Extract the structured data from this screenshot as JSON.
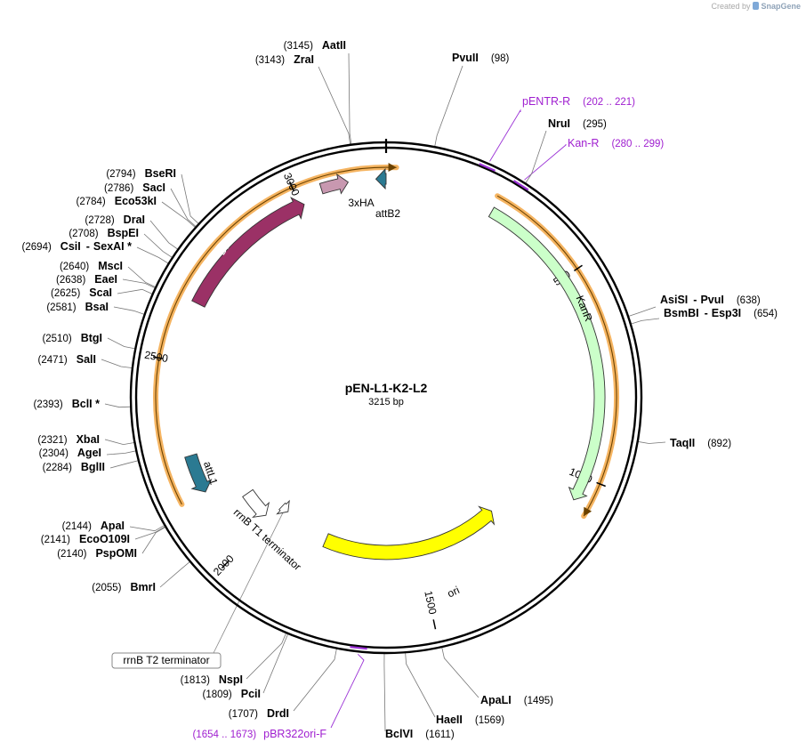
{
  "credit": {
    "prefix": "Created by",
    "brand": "SnapGene"
  },
  "plasmid": {
    "name": "pEN-L1-K2-L2",
    "size_label": "3215 bp",
    "length": 3215
  },
  "colors": {
    "backbone": "#000000",
    "orange_track": "#f5b461",
    "primer": "#9b32d6",
    "kanr": "#cbffc9",
    "ori": "#ffff00",
    "dhfr": "#9b3166",
    "ha": "#c898b0",
    "att": "#2b7a92",
    "terminator": "#ffffff"
  },
  "ticks": [
    {
      "bp": 500,
      "label": "500"
    },
    {
      "bp": 1000,
      "label": "1000"
    },
    {
      "bp": 1500,
      "label": "1500"
    },
    {
      "bp": 2000,
      "label": "2000"
    },
    {
      "bp": 2500,
      "label": "2500"
    },
    {
      "bp": 3000,
      "label": "3000"
    }
  ],
  "enzymes_right": [
    {
      "names": [
        "PvuII"
      ],
      "pos": "(98)",
      "bp": 98
    },
    {
      "names": [
        "NruI"
      ],
      "pos": "(295)",
      "bp": 295
    },
    {
      "names": [
        "AsiSI",
        "PvuI"
      ],
      "pos": "(638)",
      "bp": 638
    },
    {
      "names": [
        "BsmBI",
        "Esp3I"
      ],
      "pos": "(654)",
      "bp": 654
    },
    {
      "names": [
        "TaqII"
      ],
      "pos": "(892)",
      "bp": 892
    },
    {
      "names": [
        "ApaLI"
      ],
      "pos": "(1495)",
      "bp": 1495
    },
    {
      "names": [
        "HaeII"
      ],
      "pos": "(1569)",
      "bp": 1569
    },
    {
      "names": [
        "BclVI"
      ],
      "pos": "(1611)",
      "bp": 1611
    }
  ],
  "enzymes_left": [
    {
      "names": [
        "DrdI"
      ],
      "pos": "(1707)",
      "bp": 1707
    },
    {
      "names": [
        "PciI"
      ],
      "pos": "(1809)",
      "bp": 1809
    },
    {
      "names": [
        "NspI"
      ],
      "pos": "(1813)",
      "bp": 1813
    },
    {
      "names": [
        "BmrI"
      ],
      "pos": "(2055)",
      "bp": 2055
    },
    {
      "names": [
        "PspOMI"
      ],
      "pos": "(2140)",
      "bp": 2140
    },
    {
      "names": [
        "EcoO109I"
      ],
      "pos": "(2141)",
      "bp": 2141
    },
    {
      "names": [
        "ApaI"
      ],
      "pos": "(2144)",
      "bp": 2144
    },
    {
      "names": [
        "BglII"
      ],
      "pos": "(2284)",
      "bp": 2284
    },
    {
      "names": [
        "AgeI"
      ],
      "pos": "(2304)",
      "bp": 2304
    },
    {
      "names": [
        "XbaI"
      ],
      "pos": "(2321)",
      "bp": 2321
    },
    {
      "names": [
        "BclI *"
      ],
      "pos": "(2393)",
      "bp": 2393
    },
    {
      "names": [
        "SalI"
      ],
      "pos": "(2471)",
      "bp": 2471
    },
    {
      "names": [
        "BtgI"
      ],
      "pos": "(2510)",
      "bp": 2510
    },
    {
      "names": [
        "BsaI"
      ],
      "pos": "(2581)",
      "bp": 2581
    },
    {
      "names": [
        "ScaI"
      ],
      "pos": "(2625)",
      "bp": 2625
    },
    {
      "names": [
        "EaeI"
      ],
      "pos": "(2638)",
      "bp": 2638
    },
    {
      "names": [
        "MscI"
      ],
      "pos": "(2640)",
      "bp": 2640
    },
    {
      "names": [
        "CsiI",
        "SexAI *"
      ],
      "pos": "(2694)",
      "bp": 2694
    },
    {
      "names": [
        "BspEI"
      ],
      "pos": "(2708)",
      "bp": 2708
    },
    {
      "names": [
        "DraI"
      ],
      "pos": "(2728)",
      "bp": 2728
    },
    {
      "names": [
        "Eco53kI"
      ],
      "pos": "(2784)",
      "bp": 2784
    },
    {
      "names": [
        "SacI"
      ],
      "pos": "(2786)",
      "bp": 2786
    },
    {
      "names": [
        "BseRI"
      ],
      "pos": "(2794)",
      "bp": 2794
    },
    {
      "names": [
        "ZraI"
      ],
      "pos": "(3143)",
      "bp": 3143
    },
    {
      "names": [
        "AatII"
      ],
      "pos": "(3145)",
      "bp": 3145
    }
  ],
  "primers": [
    {
      "name": "pENTR-R",
      "pos": "(202 .. 221)",
      "start": 202,
      "end": 221
    },
    {
      "name": "Kan-R",
      "pos": "(280 .. 299)",
      "start": 280,
      "end": 299
    },
    {
      "name": "pBR322ori-F",
      "pos": "(1654 .. 1673)",
      "start": 1654,
      "end": 1673
    }
  ],
  "features": [
    {
      "name": "KanR",
      "start": 264,
      "end": 1059,
      "dir": "fwd"
    },
    {
      "name": "ori",
      "start": 1224,
      "end": 1813,
      "dir": "rev"
    },
    {
      "name": "attL1",
      "start": 2165,
      "end": 2264,
      "dir": "rev"
    },
    {
      "name": "rrnB T1 terminator",
      "start": 2015,
      "end": 2102,
      "dir": "rev"
    },
    {
      "name": "rrnB T2 terminator",
      "start": 1971,
      "end": 1998,
      "dir": "rev"
    },
    {
      "name": "DHFR",
      "start": 2648,
      "end": 3010,
      "dir": "fwd"
    },
    {
      "name": "3xHA",
      "start": 3061,
      "end": 3126,
      "dir": "fwd"
    },
    {
      "name": "attB2",
      "start": 3191,
      "end": 3215,
      "dir": "rev"
    }
  ]
}
